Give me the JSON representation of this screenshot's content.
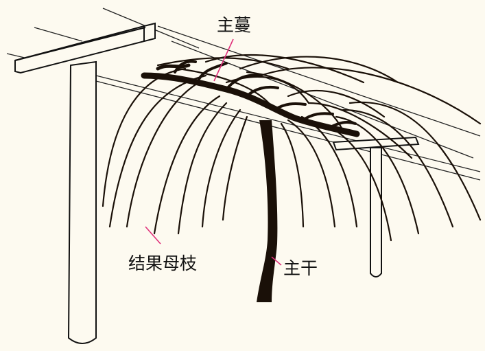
{
  "labels": {
    "main_vine": "主蔓",
    "trunk": "主干",
    "fruiting_mother_cane": "结果母枝"
  },
  "colors": {
    "background": "#fdfaf0",
    "line": "#111111",
    "vine": "#1a1008",
    "pointer": "#e0307a"
  }
}
